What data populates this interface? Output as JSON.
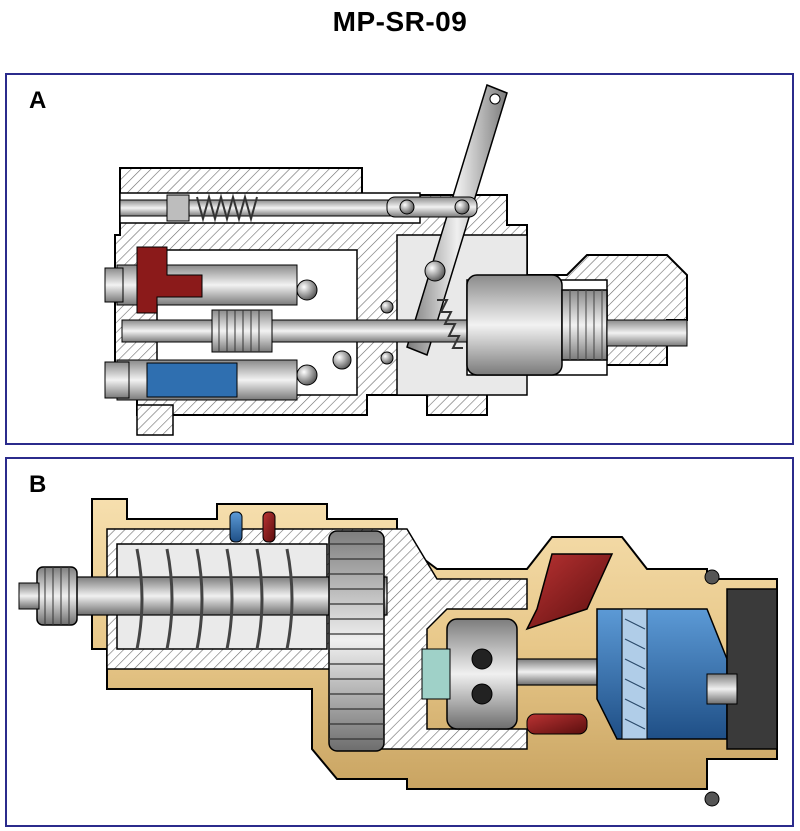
{
  "page": {
    "title": "MP-SR-09"
  },
  "figures": [
    {
      "label": "A"
    },
    {
      "label": "B"
    }
  ],
  "colors": {
    "frame_border": "#2b2b8c",
    "housing_outline": "#000000",
    "hatch": "#6b6b6b",
    "steel_light": "#d9d9d9",
    "steel_dark": "#7a7a7a",
    "oil_red": "#8b1a1a",
    "oil_blue": "#2f6fb0",
    "casting_tan": "#e8c88a"
  }
}
